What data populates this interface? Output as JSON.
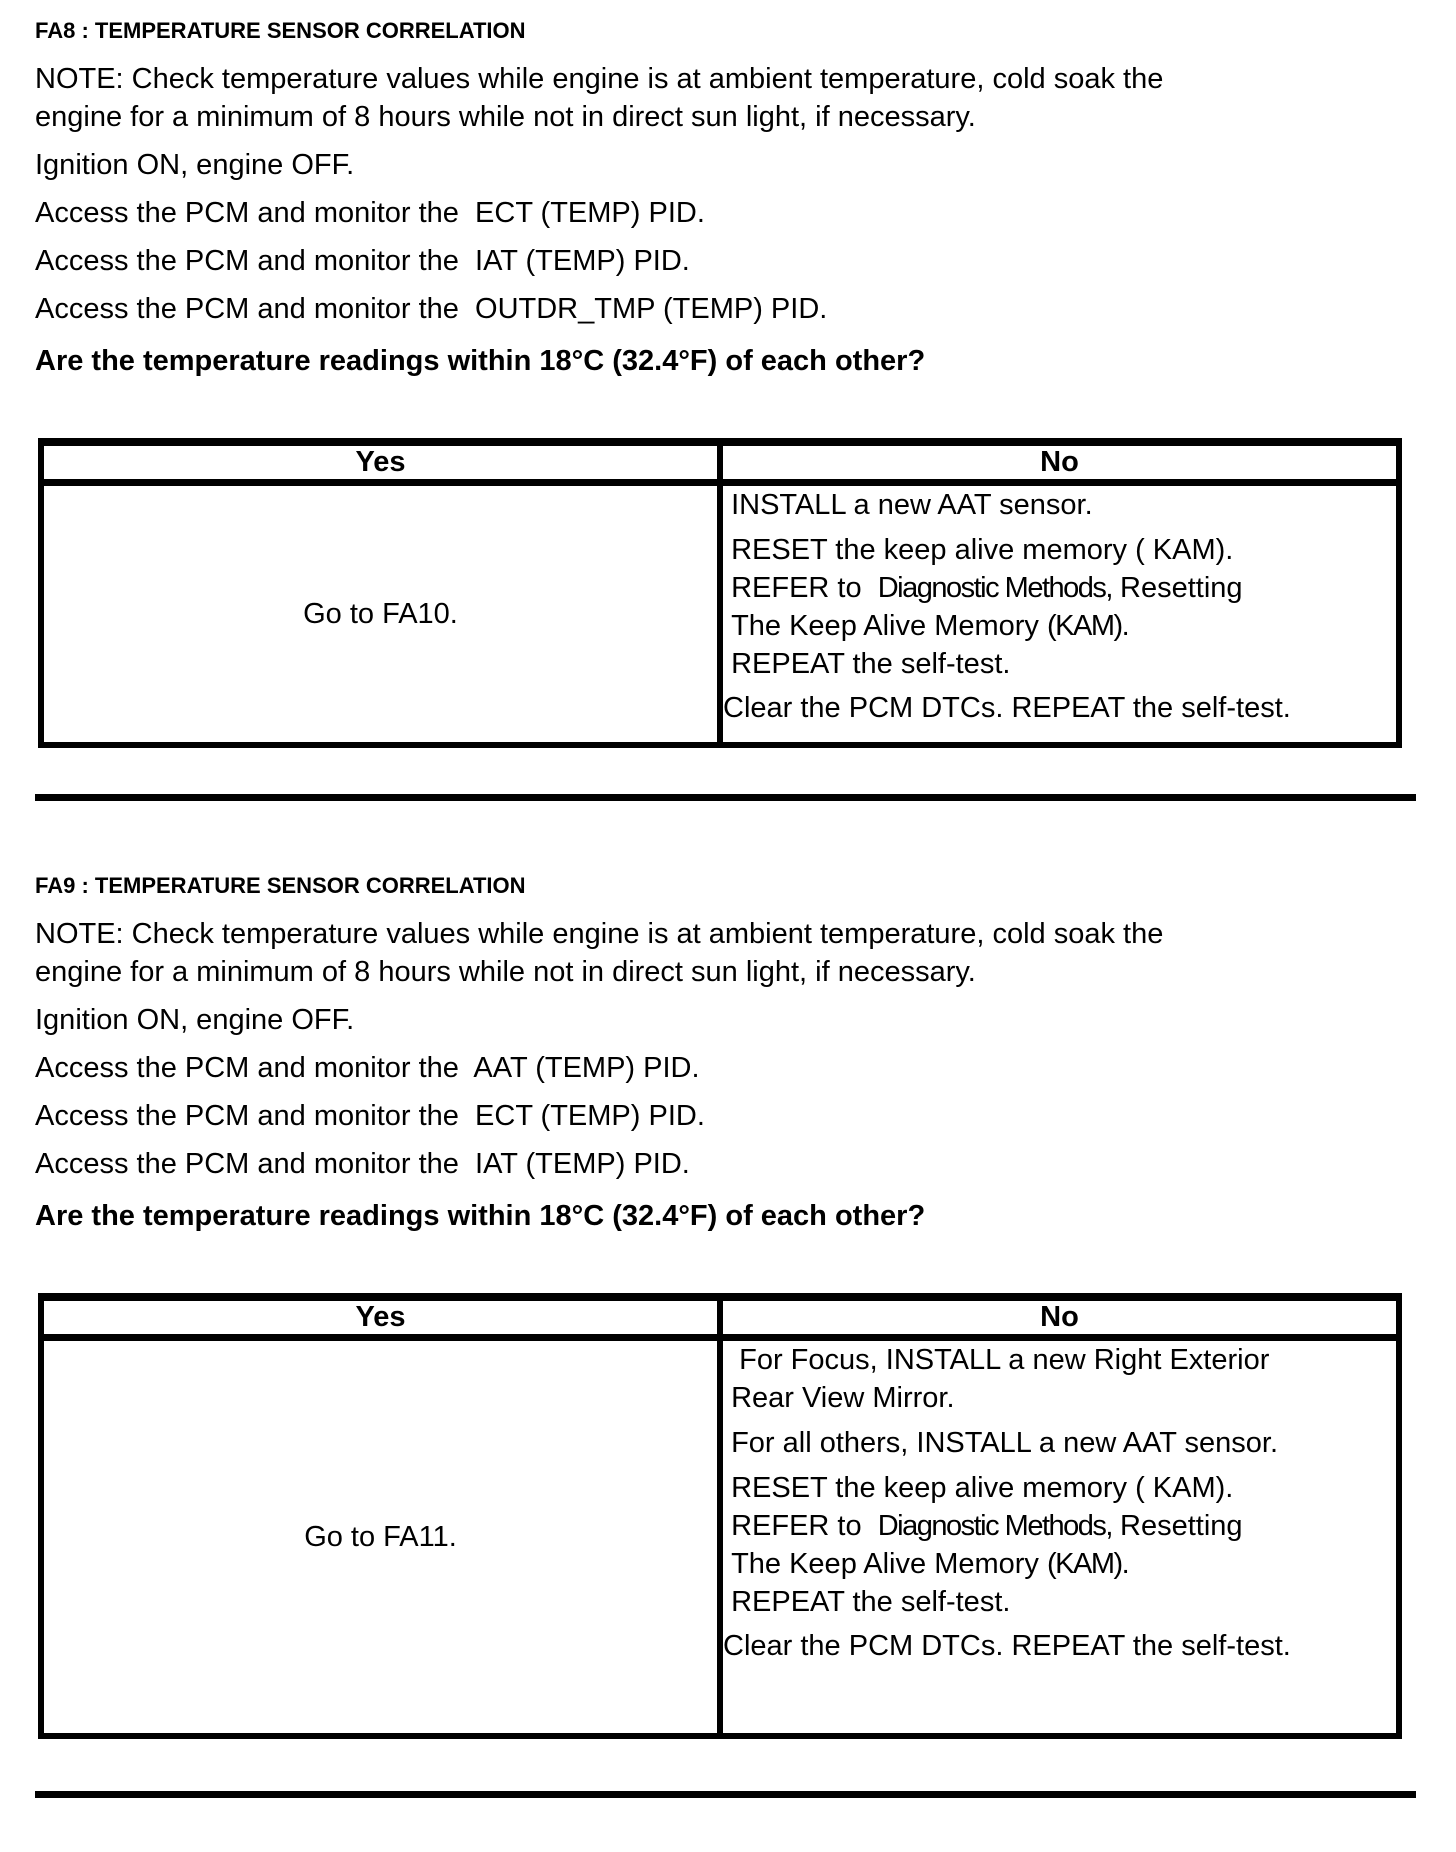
{
  "document": {
    "sections": [
      {
        "title": "FA8 : TEMPERATURE SENSOR CORRELATION",
        "note": "NOTE: Check temperature values while engine is at ambient temperature, cold soak the\nengine for a minimum of 8 hours while not in direct sun light, if necessary.",
        "steps": [
          "Ignition ON, engine OFF.",
          "Access the PCM and monitor the  ECT (TEMP) PID.",
          "Access the PCM and monitor the  IAT (TEMP) PID.",
          "Access the PCM and monitor the  OUTDR_TMP (TEMP) PID."
        ],
        "question": "Are the temperature readings within 18°C (32.4°F) of each other?",
        "table": {
          "yes_header": "Yes",
          "no_header": "No",
          "yes_action": "Go to FA10.",
          "no_actions": [
            {
              "text": " INSTALL a new AAT sensor.",
              "gap_after": true
            },
            {
              "text": " RESET the keep alive memory ( KAM).\n REFER to  Diagnostic Methods, Resetting\n The Keep Alive Memory (KAM).\n REPEAT the self-test.",
              "condensed": [
                "Diagnostic Methods,",
                "(KAM)."
              ]
            },
            {
              "text": "Clear the PCM DTCs. REPEAT the self-test.",
              "gap_before": true
            }
          ]
        }
      },
      {
        "title": "FA9 : TEMPERATURE SENSOR CORRELATION",
        "note": "NOTE: Check temperature values while engine is at ambient temperature, cold soak the\nengine for a minimum of 8 hours while not in direct sun light, if necessary.",
        "steps": [
          "Ignition ON, engine OFF.",
          "Access the PCM and monitor the  AAT (TEMP) PID.",
          "Access the PCM and monitor the  ECT (TEMP) PID.",
          "Access the PCM and monitor the  IAT (TEMP) PID."
        ],
        "question": "Are the temperature readings within 18°C (32.4°F) of each other?",
        "table": {
          "yes_header": "Yes",
          "no_header": "No",
          "yes_action": "Go to FA11.",
          "no_actions": [
            {
              "text": "  For Focus, INSTALL a new Right Exterior\n Rear View Mirror.",
              "gap_after": true
            },
            {
              "text": " For all others, INSTALL a new AAT sensor.",
              "gap_after": true
            },
            {
              "text": " RESET the keep alive memory ( KAM).\n REFER to  Diagnostic Methods, Resetting\n The Keep Alive Memory (KAM).\n REPEAT the self-test.",
              "condensed": [
                "Diagnostic Methods,",
                "(KAM)."
              ]
            },
            {
              "text": "Clear the PCM DTCs. REPEAT the self-test.",
              "gap_before": true
            }
          ]
        }
      }
    ]
  }
}
